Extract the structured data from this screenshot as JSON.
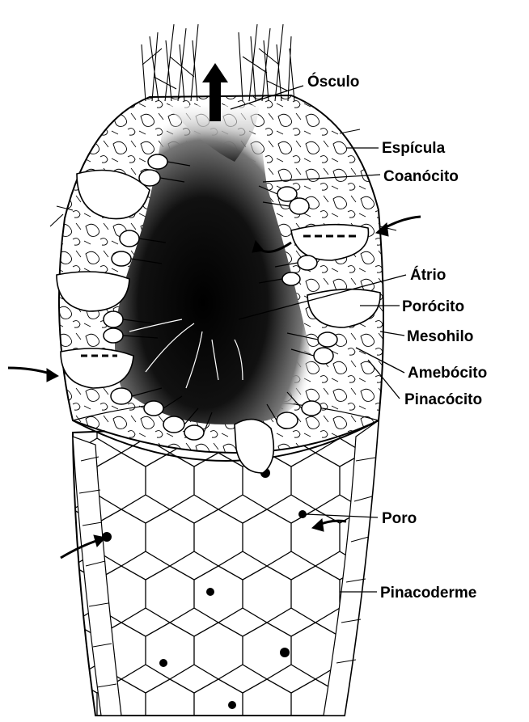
{
  "labels": {
    "osculo": "Ósculo",
    "espicula": "Espícula",
    "coanocito": "Coanócito",
    "atrio": "Átrio",
    "porocito": "Porócito",
    "mesohilo": "Mesohilo",
    "amebocito": "Amebócito",
    "pinacocito": "Pinacócito",
    "poro": "Poro",
    "pinacoderme": "Pinacoderme"
  },
  "colors": {
    "ink": "#000000",
    "paper": "#ffffff"
  }
}
